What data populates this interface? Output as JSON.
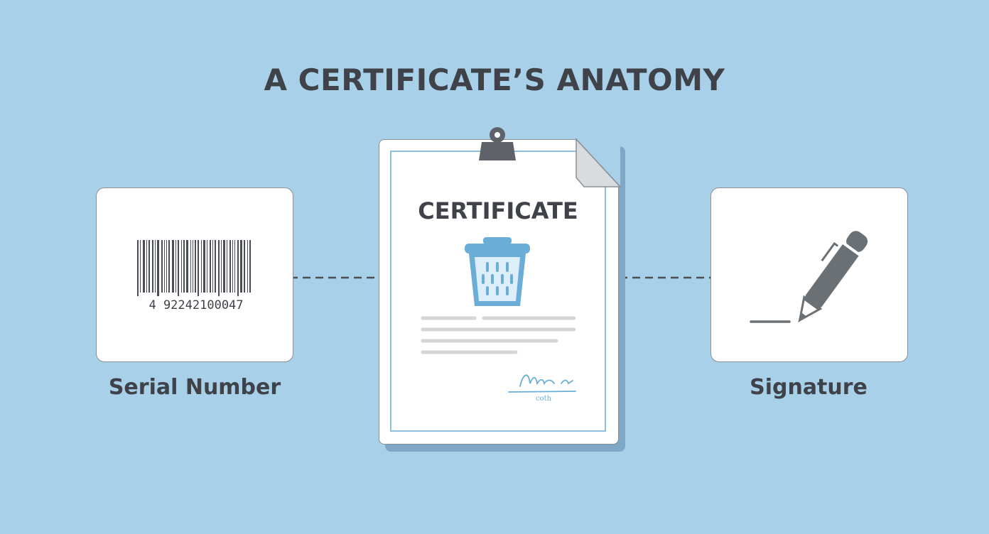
{
  "title": "A CERTIFICATE’S ANATOMY",
  "certificate": {
    "heading": "CERTIFICATE",
    "signature_caption": "coth"
  },
  "serial": {
    "label": "Serial Number",
    "barcode_text": "4  92242100047"
  },
  "signature": {
    "label": "Signature"
  },
  "colors": {
    "background": "#a8d0e8",
    "text": "#3f4349",
    "accent_blue": "#6aaed8",
    "icon_gray": "#6b7075"
  }
}
